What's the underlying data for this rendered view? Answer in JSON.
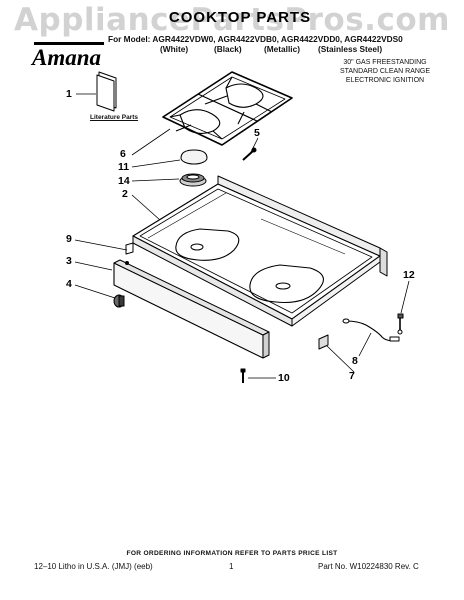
{
  "watermark": "AppliancePartsPros.com",
  "title": "COOKTOP PARTS",
  "brand": "Amana",
  "models_line": "For Model: AGR4422VDW0, AGR4422VDB0, AGR4422VDD0, AGR4422VDS0",
  "finishes": [
    "(White)",
    "(Black)",
    "(Metallic)",
    "(Stainless Steel)"
  ],
  "spec_lines": [
    "30\" GAS FREESTANDING",
    "STANDARD CLEAN RANGE",
    "ELECTRONIC IGNITION"
  ],
  "literature_label": "Literature Parts",
  "callouts": [
    "1",
    "6",
    "11",
    "14",
    "2",
    "5",
    "9",
    "3",
    "4",
    "12",
    "8",
    "7",
    "10"
  ],
  "order_note": "FOR ORDERING INFORMATION REFER TO PARTS PRICE LIST",
  "footer": {
    "left": "12–10 Litho in U.S.A. (JMJ) (eeb)",
    "center": "1",
    "right": "Part No. W10224830 Rev. C"
  }
}
